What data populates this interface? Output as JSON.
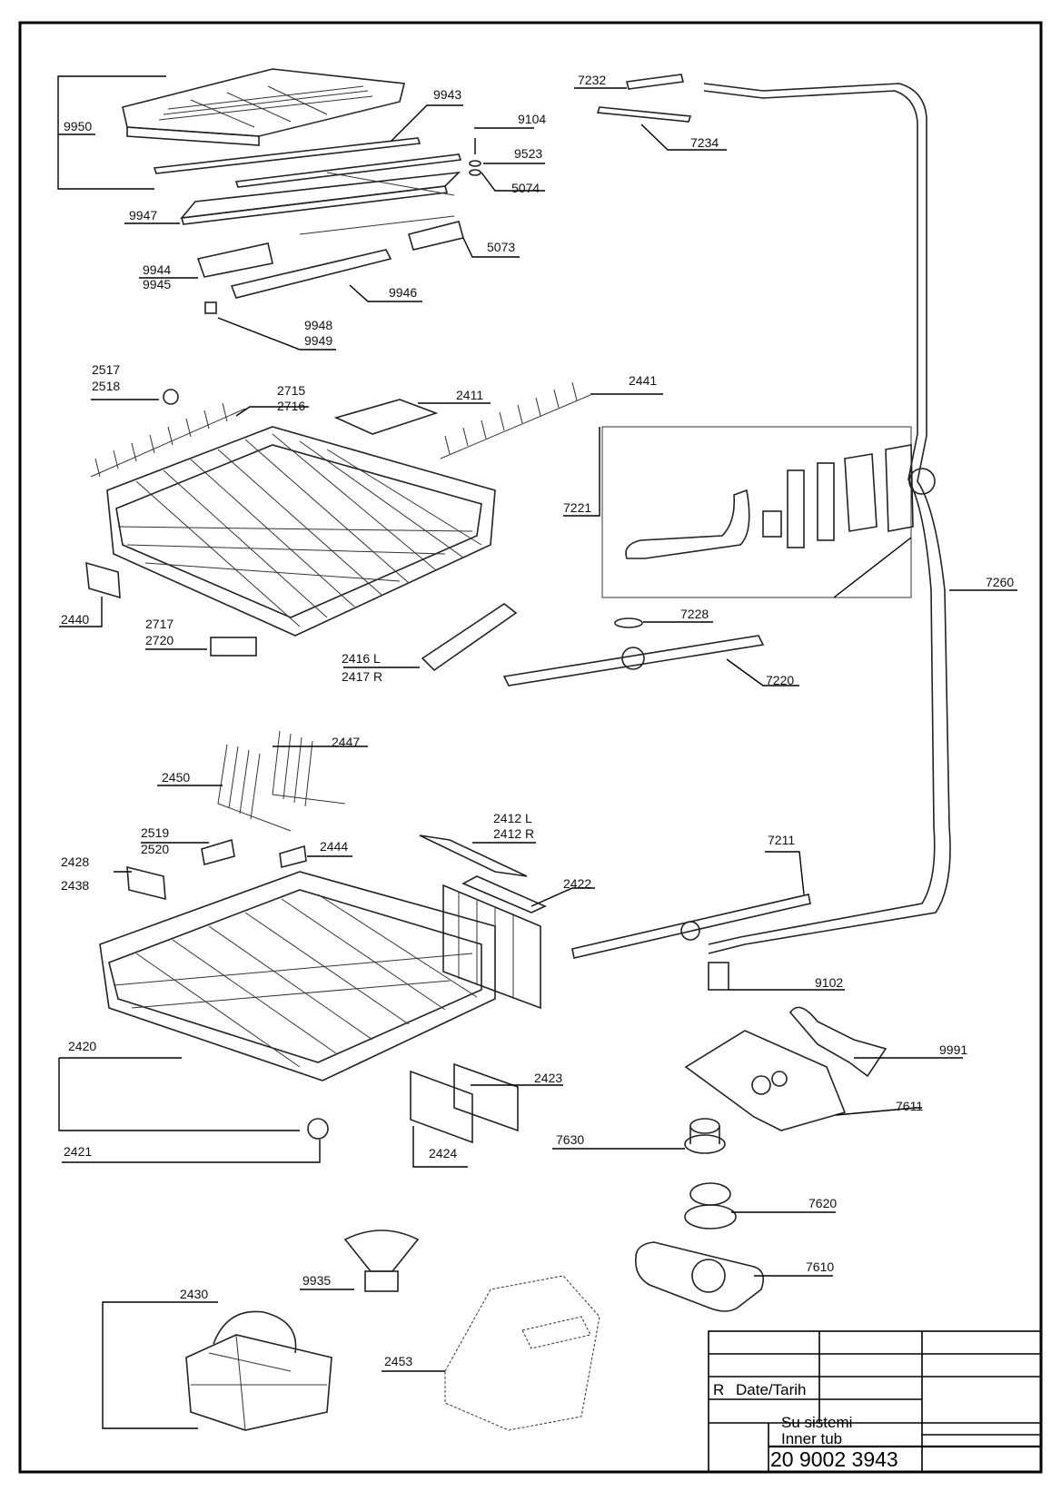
{
  "labels": {
    "l9950": "9950",
    "l9943": "9943",
    "l9104": "9104",
    "l9523": "9523",
    "l5074": "5074",
    "l9947": "9947",
    "l5073": "5073",
    "l9944": "9944",
    "l9945": "9945",
    "l9946": "9946",
    "l9948": "9948",
    "l9949": "9949",
    "l2517": "2517",
    "l2518": "2518",
    "l2715": "2715",
    "l2716": "2716",
    "l2411": "2411",
    "l2441": "2441",
    "l2440": "2440",
    "l2717": "2717",
    "l2720": "2720",
    "l2416": "2416 L",
    "l2417": "2417 R",
    "l7232": "7232",
    "l7234": "7234",
    "l7221": "7221",
    "l7260": "7260",
    "l7228": "7228",
    "l7220": "7220",
    "l2447": "2447",
    "l2450": "2450",
    "l2519": "2519",
    "l2520": "2520",
    "l2444": "2444",
    "l2412l": "2412 L",
    "l2412r": "2412 R",
    "l2428": "2428",
    "l2438": "2438",
    "l2422": "2422",
    "l7211": "7211",
    "l9102": "9102",
    "l2420": "2420",
    "l9991": "9991",
    "l2423": "2423",
    "l7611": "7611",
    "l2421": "2421",
    "l2424": "2424",
    "l7630": "7630",
    "l7620": "7620",
    "l9935": "9935",
    "l7610": "7610",
    "l2430": "2430",
    "l2453": "2453"
  },
  "title_block": {
    "rev_label": "R",
    "date_label": "Date/Tarih",
    "title_tr": "Su sistemi",
    "title_en": "Inner tub",
    "drawing_number": "20 9002 3943"
  },
  "colors": {
    "line": "#000000",
    "background": "#ffffff"
  }
}
